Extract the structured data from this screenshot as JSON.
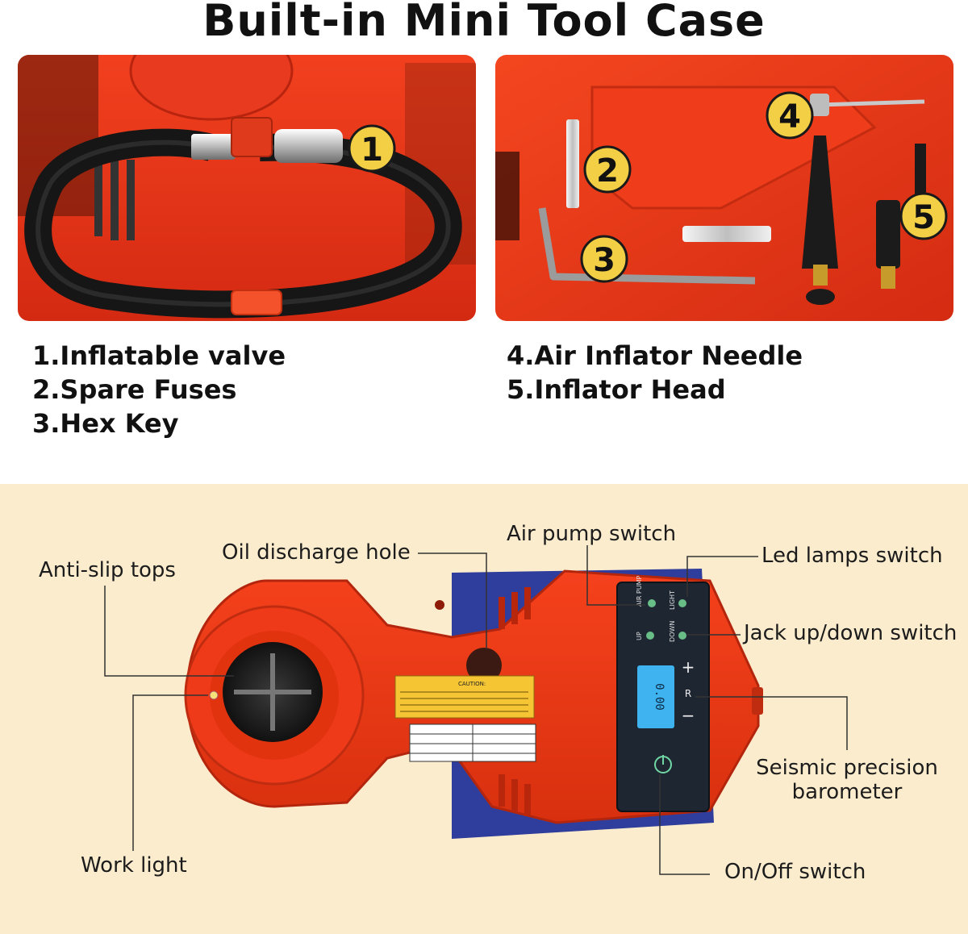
{
  "header": {
    "title": "Built-in Mini Tool Case"
  },
  "badges": {
    "b1": "1",
    "b2": "2",
    "b3": "3",
    "b4": "4",
    "b5": "5"
  },
  "parts_list": {
    "left": [
      "1.Inflatable valve",
      "2.Spare Fuses",
      "3.Hex Key"
    ],
    "right": [
      "4.Air Inflator Needle",
      "5.Inflator Head"
    ]
  },
  "callouts": {
    "anti_slip": "Anti-slip tops",
    "oil_hole": "Oil discharge hole",
    "air_pump": "Air pump switch",
    "led_lamps": "Led lamps switch",
    "jack_updown": "Jack up/down switch",
    "barometer_line1": "Seismic precision",
    "barometer_line2": "barometer",
    "work_light": "Work light",
    "onoff": "On/Off switch"
  },
  "device": {
    "lcd": "0.00",
    "panel_air_pump": "AIR PUMP",
    "panel_light": "LIGHT",
    "panel_up": "UP",
    "panel_down": "DOWN",
    "panel_plus": "+",
    "panel_minus": "−",
    "panel_r": "R",
    "caution_title": "CAUTION:"
  },
  "colors": {
    "case_red": "#e8321a",
    "badge_yellow": "#f2cf45",
    "background_cream": "#fbeccd",
    "panel_dark": "#1e2632",
    "lcd_blue": "#3fb2f0"
  }
}
